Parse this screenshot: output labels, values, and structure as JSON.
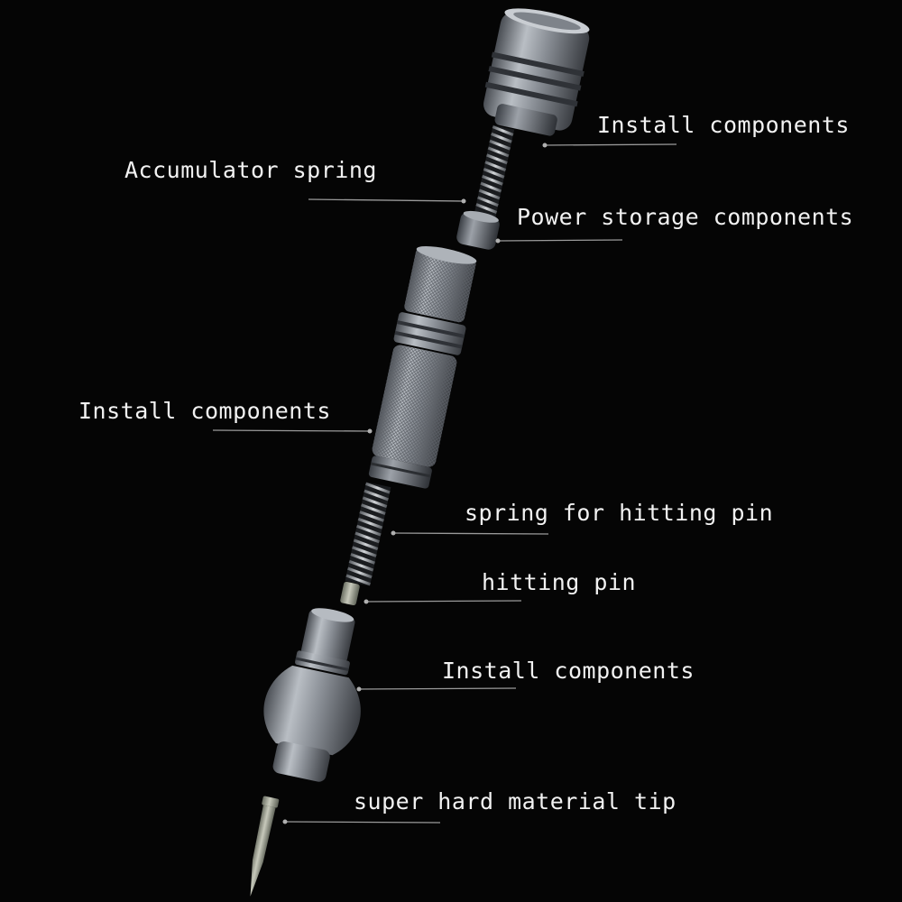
{
  "diagram": {
    "subject": "automatic center punch exploded view",
    "colors": {
      "background": "#050505",
      "metal": "#8d9299",
      "label_text": "#f2f2f2",
      "leader_line": "#9a9a9a"
    },
    "labels": [
      {
        "id": "top-cap",
        "text": "Install components"
      },
      {
        "id": "accumulator-spring",
        "text": "Accumulator spring"
      },
      {
        "id": "power-storage",
        "text": "Power storage components"
      },
      {
        "id": "main-body",
        "text": "Install components"
      },
      {
        "id": "hitting-spring",
        "text": "spring for hitting pin"
      },
      {
        "id": "hitting-pin",
        "text": "hitting pin"
      },
      {
        "id": "nose-piece",
        "text": "Install components"
      },
      {
        "id": "tip",
        "text": "super hard material tip"
      }
    ]
  }
}
